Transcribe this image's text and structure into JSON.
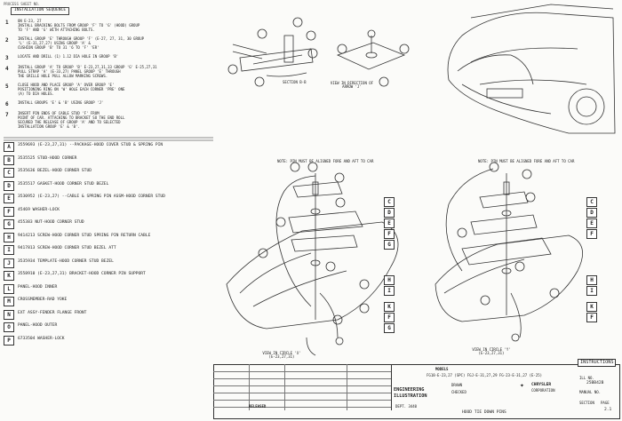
{
  "header": {
    "top_note": "PROCESS SHEET NO.",
    "sequence_title": "INSTALLATION SEQUENCE"
  },
  "steps": [
    {
      "num": "1",
      "lines": [
        "ON E-23, 27",
        "INSTALL BRACKING BOLTS FROM GROUP 'F' TO 'G' (HOOD) GROUP",
        "TO 'F' AND 'G' WITH ATTACHING BOLTS."
      ]
    },
    {
      "num": "2",
      "lines": [
        "INSTALL GROUP 'E' THROUGH GROUP 'F' (E-27, 27, 31, 30 GROUP",
        "'L' (E-31,27,27) USING GROUP 'A' &",
        "CUSHION GROUP 'B' TO 31 '6 TO 'F' 'ER'"
      ]
    },
    {
      "num": "3",
      "lines": [
        "LOCATE AND DRILL (1) 1.12 DIA HOLE IN GROUP 'B'"
      ]
    },
    {
      "num": "4",
      "lines": [
        "INSTALL GROUP 'A' TO GROUP 'B' E-23,27,31,33 GROUP 'G' E-25,27,31",
        "PULL STRAP 'A' (E-33,27) PANEL GROUP 'E' THROUGH",
        "THE GRILLE HOLE PULL ALLOW MARKING SCREWS."
      ]
    },
    {
      "num": "5",
      "lines": [
        "CLOSE HOOD AND PLACE GROUP 'A' OVER GROUP 'E'",
        "POSITIONING RING ON 'W' HOLE EACH CORNER 'PRE' ONE",
        "(A) TO DIA HOLES."
      ]
    },
    {
      "num": "6",
      "lines": [
        "INSTALL GROUPS 'E' & 'B' USING GROUP 'J'"
      ]
    },
    {
      "num": "7",
      "lines": [
        "INSERT PIN ENDS OF CABLE STUD 'F' FROM",
        "POINT OF CAR. ATTACHING TO BRACKET SO THE END ROLL",
        "SECURED THE RELEASE OF GROUP 'A' AND TO SELECTED",
        "INSTALLATION GROUP 'E' & 'B'."
      ]
    }
  ],
  "parts": [
    {
      "letter": "A",
      "desc": "3559693 (E-23,27,31)  --PACKAGE-HOOD COVER STUD & SPRING PIN"
    },
    {
      "letter": "B",
      "desc": "3535525 STUD-HOOD CORNER"
    },
    {
      "letter": "C",
      "desc": "3535636 BEZEL-HOOD CORNER STUD"
    },
    {
      "letter": "D",
      "desc": "3535517 GASKET-HOOD CORNER STUD BEZEL"
    },
    {
      "letter": "E",
      "desc": "3530952 (E-23,27) --CABLE & SPRING PIN ASSM-HOOD CORNER STUD"
    },
    {
      "letter": "F",
      "desc": "45469 WASHER-LOCK"
    },
    {
      "letter": "G",
      "desc": "455383 NUT-HOOD CORNER STUD"
    },
    {
      "letter": "H",
      "desc": "9414213 SCREW-HOOD CORNER STUD SPRING PIN RETURN CABLE"
    },
    {
      "letter": "I",
      "desc": "9417813 SCREW-HOOD CORNER STUD BEZEL ATT"
    },
    {
      "letter": "J",
      "desc": "3535934 TEMPLATE-HOOD CORNER STUD BEZEL"
    },
    {
      "letter": "K",
      "desc": "3558910 (E-23,27,31) BRACKET-HOOD CORNER PIN SUPPORT"
    },
    {
      "letter": "L",
      "desc": "PANEL-HOOD INNER"
    },
    {
      "letter": "M",
      "desc": "CROSSMEMBER-RAD YOKE"
    },
    {
      "letter": "N",
      "desc": "EXT ASSY-FENDER FLANGE FRONT"
    },
    {
      "letter": "O",
      "desc": "PANEL-HOOD OUTER"
    },
    {
      "letter": "P",
      "desc": "6733504 WASHER-LOCK"
    }
  ],
  "views": {
    "section_label": "SECTION B-B",
    "view_arrow": "VIEW IN DIRECTION OF ARROW 'J'",
    "note_left": "NOTE: PIN MUST BE ALIGNED FORE AND AFT TO CAR",
    "note_right": "NOTE: PIN MUST BE ALIGNED FORE AND AFT TO CAR",
    "circle_left": "VIEW IN CIRCLE 'X' (E-23,27,31)",
    "circle_right": "VIEW IN CIRCLE 'Y' (E-23,27,31)"
  },
  "title_block": {
    "instructions": "INSTRUCTIONS",
    "models_label": "MODELS",
    "models_value": "FG18-E-23,27 (SPC) FGJ-E-31,27,29 FG-23-E-31,27 (E-25)",
    "engineering": "ENGINEERING",
    "illustration": "ILLUSTRATION",
    "dept": "DEPT. 3440",
    "drawn_label": "DRAWN",
    "checked_label": "CHECKED",
    "released": "RELEASED",
    "title": "HOOD TIE DOWN PINS",
    "brand": "CHRYSLER",
    "brand_sub": "CORPORATION",
    "ill_no": "ILL NO.",
    "ill_no_value": "25BB42B",
    "manual_no": "MANUAL NO.",
    "section": "SECTION",
    "page": "PAGE",
    "page_value": "2.1"
  }
}
